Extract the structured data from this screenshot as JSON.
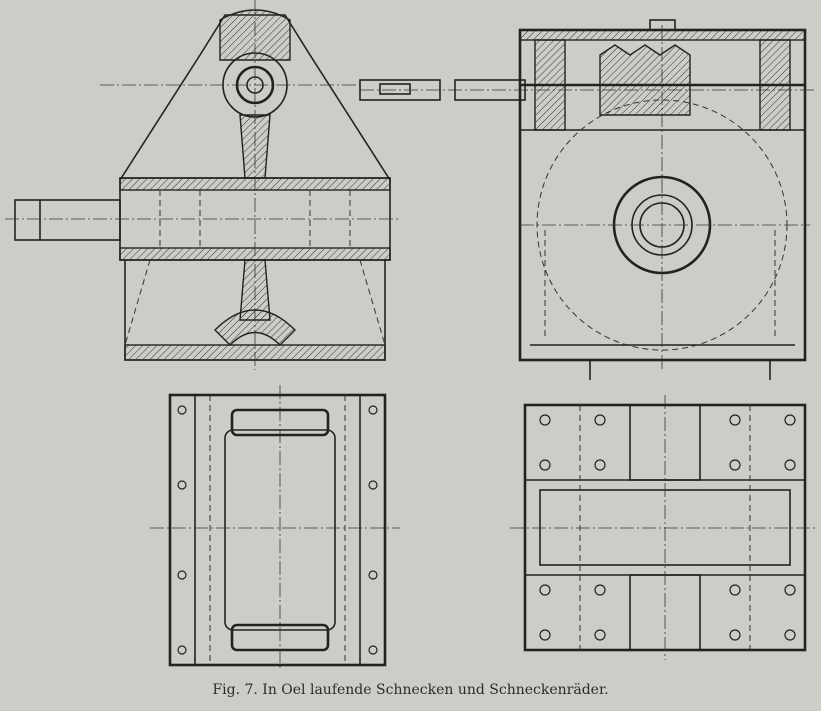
{
  "figure": {
    "caption": "Fig. 7.  In Oel laufende Schnecken und Schneckenräder.",
    "views": [
      "front-section",
      "side-section",
      "plan-left",
      "plan-right"
    ]
  }
}
